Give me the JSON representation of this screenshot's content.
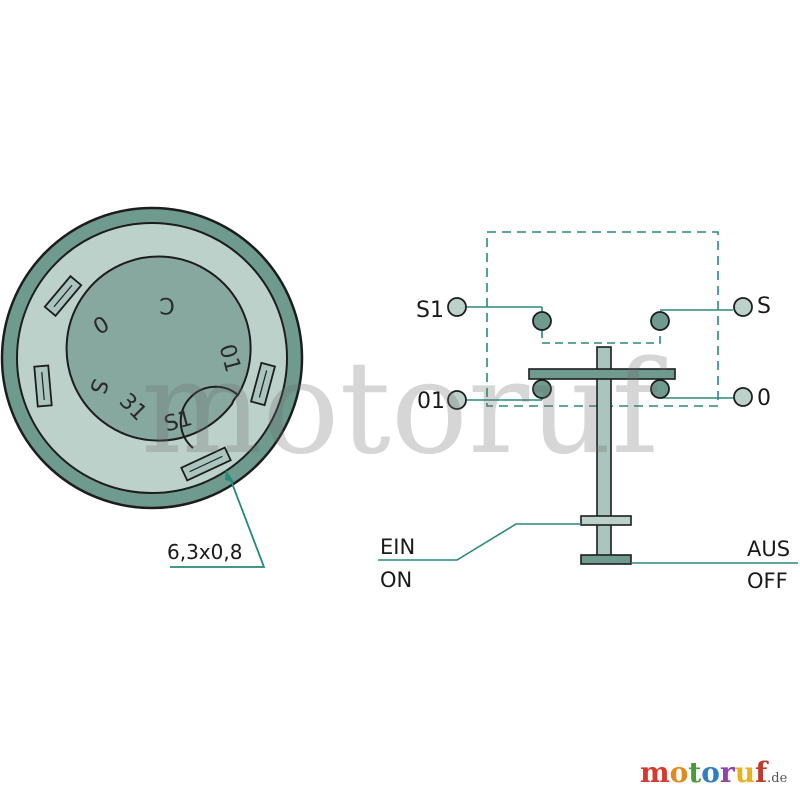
{
  "switch_face": {
    "terminal_labels": {
      "c": "C",
      "zero": "0",
      "s": "S",
      "thirty_one": "31",
      "s1": "S1",
      "zero_one": "01"
    },
    "dimension_label": "6,3x0,8"
  },
  "schematic": {
    "terminals": {
      "s1": "S1",
      "s": "S",
      "zero_one": "01",
      "zero": "0"
    },
    "on_label": {
      "de": "EIN",
      "en": "ON"
    },
    "off_label": {
      "de": "AUS",
      "en": "OFF"
    }
  },
  "watermark": "motoruf",
  "brand": {
    "logo_letters": [
      "m",
      "o",
      "t",
      "o",
      "r",
      "u",
      "f"
    ],
    "logo_suffix": ".de"
  },
  "colors": {
    "outer_ring": "#6f9a8e",
    "inner_disc": "#bdd1cb",
    "center_disc": "#86a89e",
    "line": "#2a8a78",
    "dark_outline": "#1d1d1d",
    "stem": "#a9c5bd",
    "logo": [
      "#d9392c",
      "#e08a1f",
      "#4a9c3a",
      "#2d7fc0",
      "#8e44ad",
      "#e8b21f",
      "#c0392b"
    ]
  }
}
